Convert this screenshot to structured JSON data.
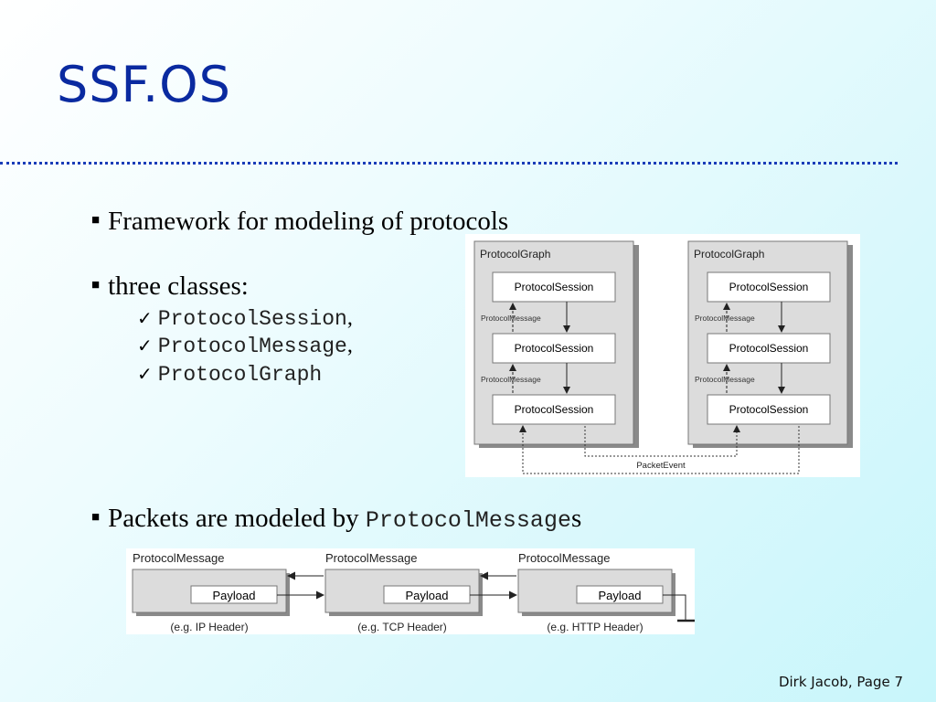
{
  "slide": {
    "title": "SSF.OS",
    "bullets": [
      {
        "text": "Framework for modeling of protocols"
      },
      {
        "text": "three classes:"
      },
      {
        "text": "Packets are modeled by ",
        "code": "ProtocolMessage",
        "suffix": "s"
      }
    ],
    "subitems": [
      {
        "code": "ProtocolSession",
        "suffix": ","
      },
      {
        "code": "ProtocolMessage",
        "suffix": ","
      },
      {
        "code": "ProtocolGraph",
        "suffix": ""
      }
    ],
    "footer": "Dirk Jacob, Page 7"
  },
  "graph_diagram": {
    "graph_label": "ProtocolGraph",
    "session_label": "ProtocolSession",
    "message_label": "ProtocolMessage",
    "event_label": "PacketEvent"
  },
  "message_diagram": {
    "message_label": "ProtocolMessage",
    "payload_label": "Payload",
    "examples": [
      "(e.g. IP Header)",
      "(e.g. TCP Header)",
      "(e.g. HTTP Header)"
    ]
  }
}
